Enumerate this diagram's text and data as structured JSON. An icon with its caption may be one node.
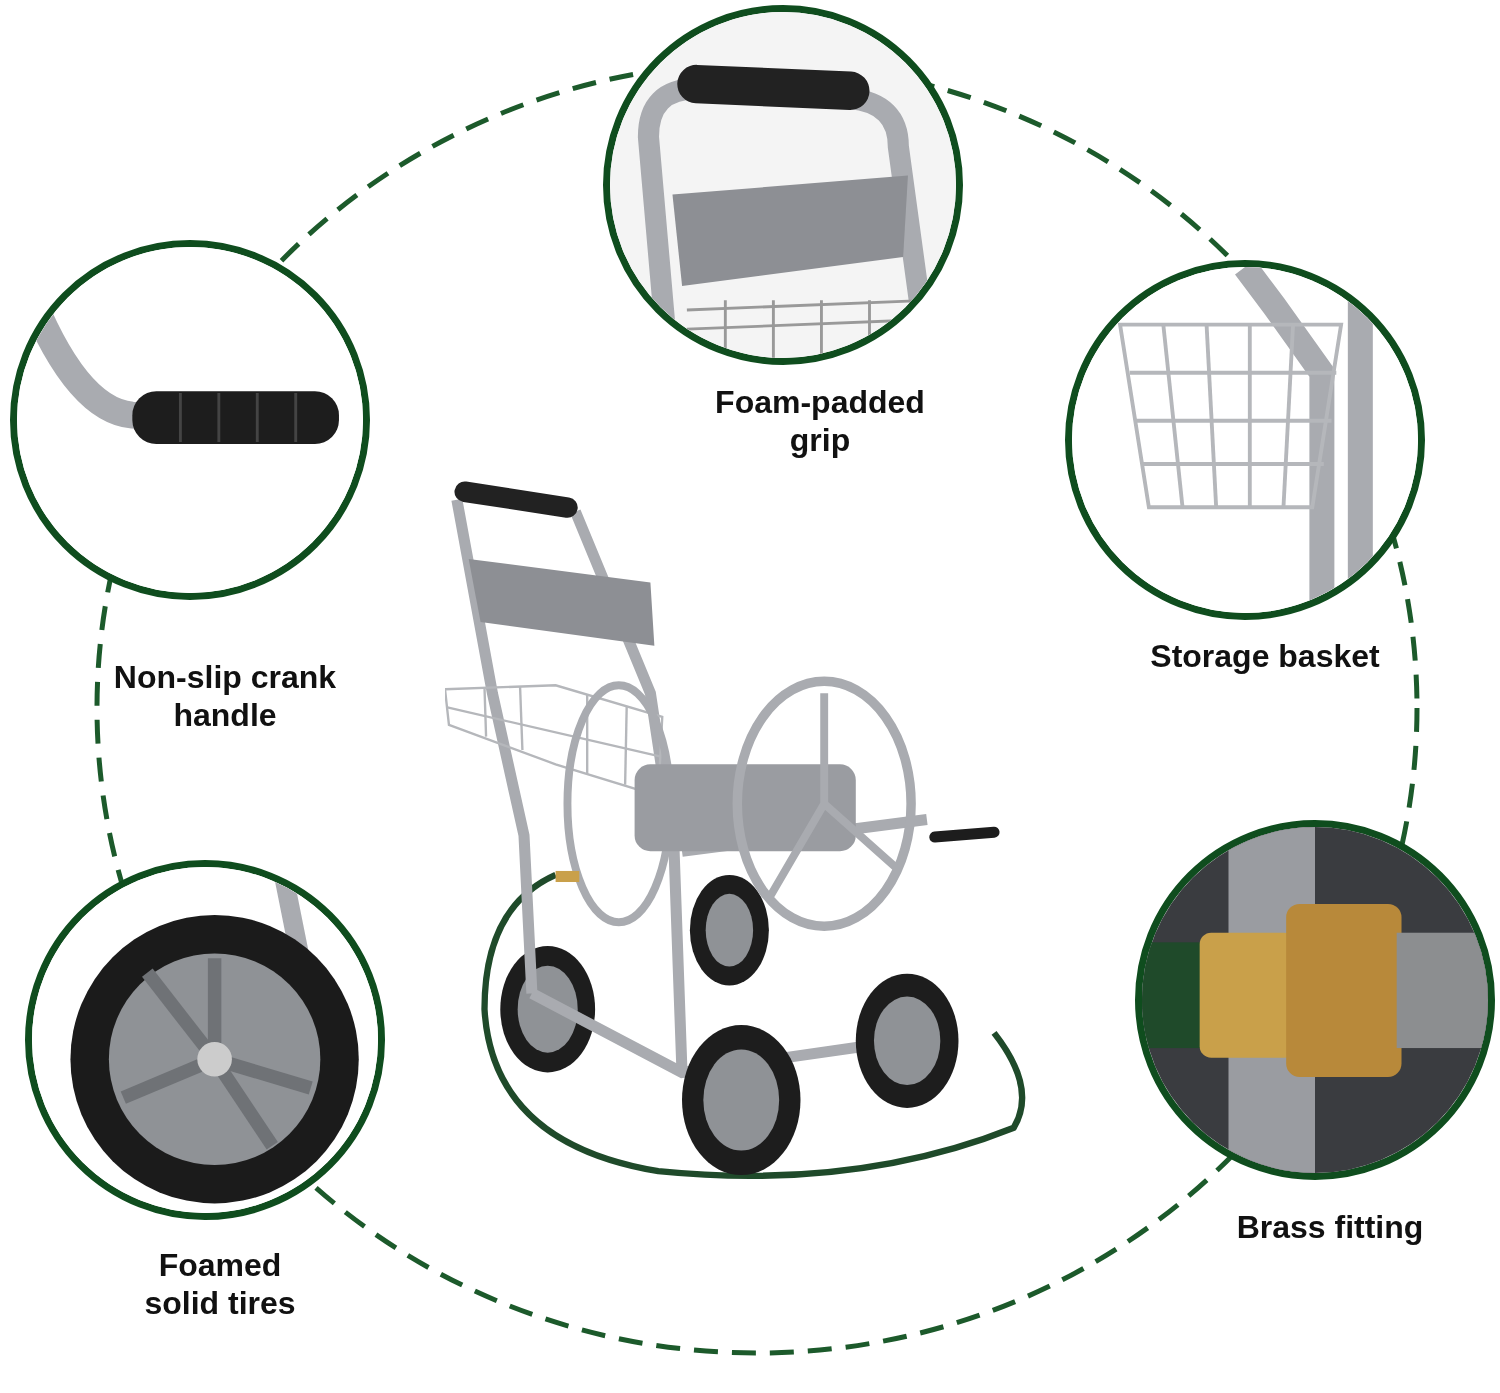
{
  "diagram": {
    "nodes": [
      {
        "text": [
          "Foam-padded grip"
        ]
      },
      {
        "text": [
          "Non-slip crank handle"
        ]
      },
      {
        "text": [
          "Storage basket"
        ]
      },
      {
        "text": [],
        "shape": "picture"
      },
      {
        "text": [
          "Brass fitting"
        ]
      },
      {
        "text": [
          "Foamed solid tires"
        ]
      }
    ]
  }
}
